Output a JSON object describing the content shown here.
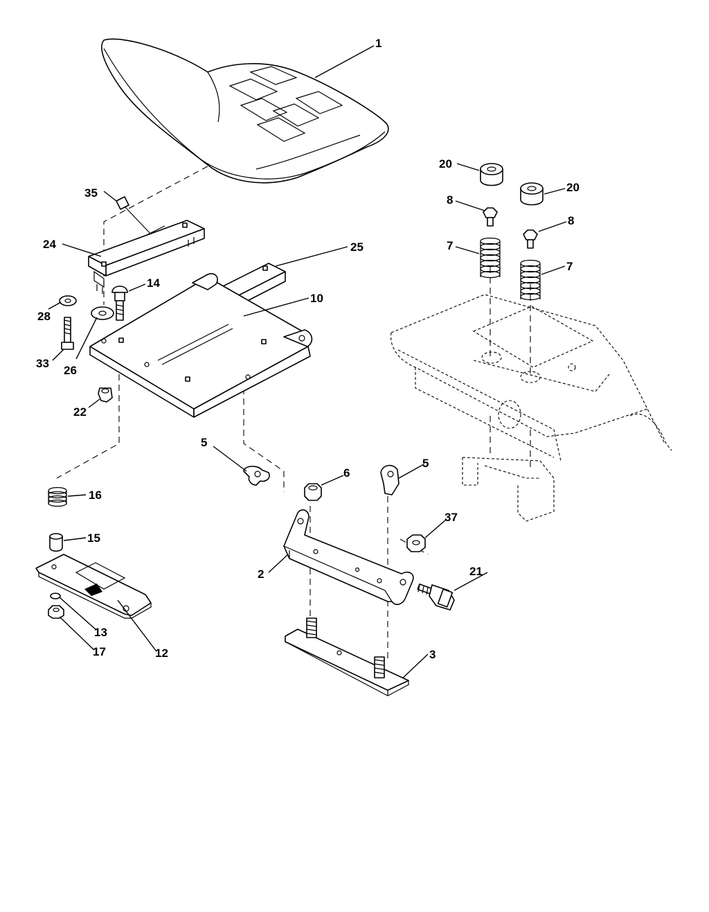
{
  "callouts": [
    {
      "id": "1",
      "text": "1"
    },
    {
      "id": "20a",
      "text": "20"
    },
    {
      "id": "20b",
      "text": "20"
    },
    {
      "id": "35",
      "text": "35"
    },
    {
      "id": "8a",
      "text": "8"
    },
    {
      "id": "8b",
      "text": "8"
    },
    {
      "id": "24",
      "text": "24"
    },
    {
      "id": "25",
      "text": "25"
    },
    {
      "id": "7a",
      "text": "7"
    },
    {
      "id": "7b",
      "text": "7"
    },
    {
      "id": "14",
      "text": "14"
    },
    {
      "id": "10",
      "text": "10"
    },
    {
      "id": "28",
      "text": "28"
    },
    {
      "id": "33",
      "text": "33"
    },
    {
      "id": "26",
      "text": "26"
    },
    {
      "id": "22",
      "text": "22"
    },
    {
      "id": "5a",
      "text": "5"
    },
    {
      "id": "6",
      "text": "6"
    },
    {
      "id": "5b",
      "text": "5"
    },
    {
      "id": "16",
      "text": "16"
    },
    {
      "id": "37",
      "text": "37"
    },
    {
      "id": "15",
      "text": "15"
    },
    {
      "id": "2",
      "text": "2"
    },
    {
      "id": "21",
      "text": "21"
    },
    {
      "id": "13",
      "text": "13"
    },
    {
      "id": "12",
      "text": "12"
    },
    {
      "id": "17",
      "text": "17"
    },
    {
      "id": "3",
      "text": "3"
    }
  ]
}
